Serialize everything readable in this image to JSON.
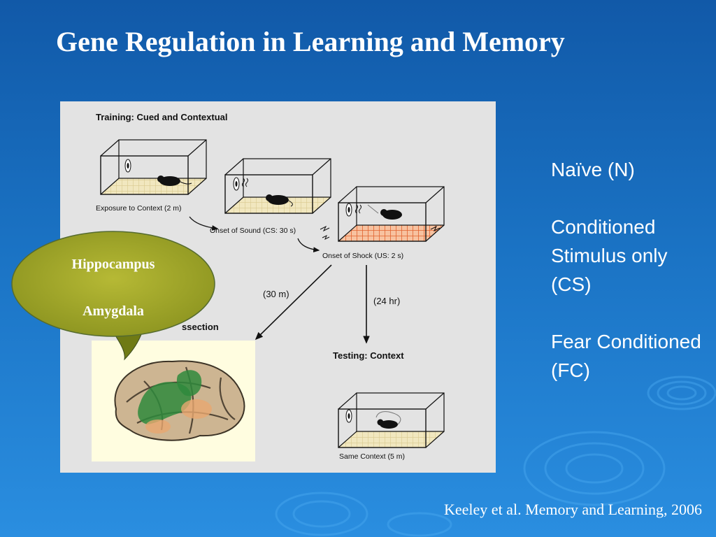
{
  "slide": {
    "title": "Gene Regulation in Learning and Memory",
    "citation": "Keeley et al. Memory and Learning, 2006"
  },
  "figure": {
    "training_title": "Training:  Cued and Contextual",
    "step1_label": "Exposure to Context (2 m)",
    "step2_label": "Onset of Sound (CS: 30 s)",
    "step3_label": "Onset of Shock (US: 2 s)",
    "delay_short": "(30 m)",
    "delay_long": "(24 hr)",
    "dissection_label": "ssection",
    "testing_title": "Testing:  Context",
    "testing_label": "Same Context (5 m)"
  },
  "callout": {
    "region1": "Hippocampus",
    "region2": "Amygdala"
  },
  "groups": [
    "Naïve (N)",
    "Conditioned Stimulus only (CS)",
    "Fear Conditioned (FC)"
  ]
}
